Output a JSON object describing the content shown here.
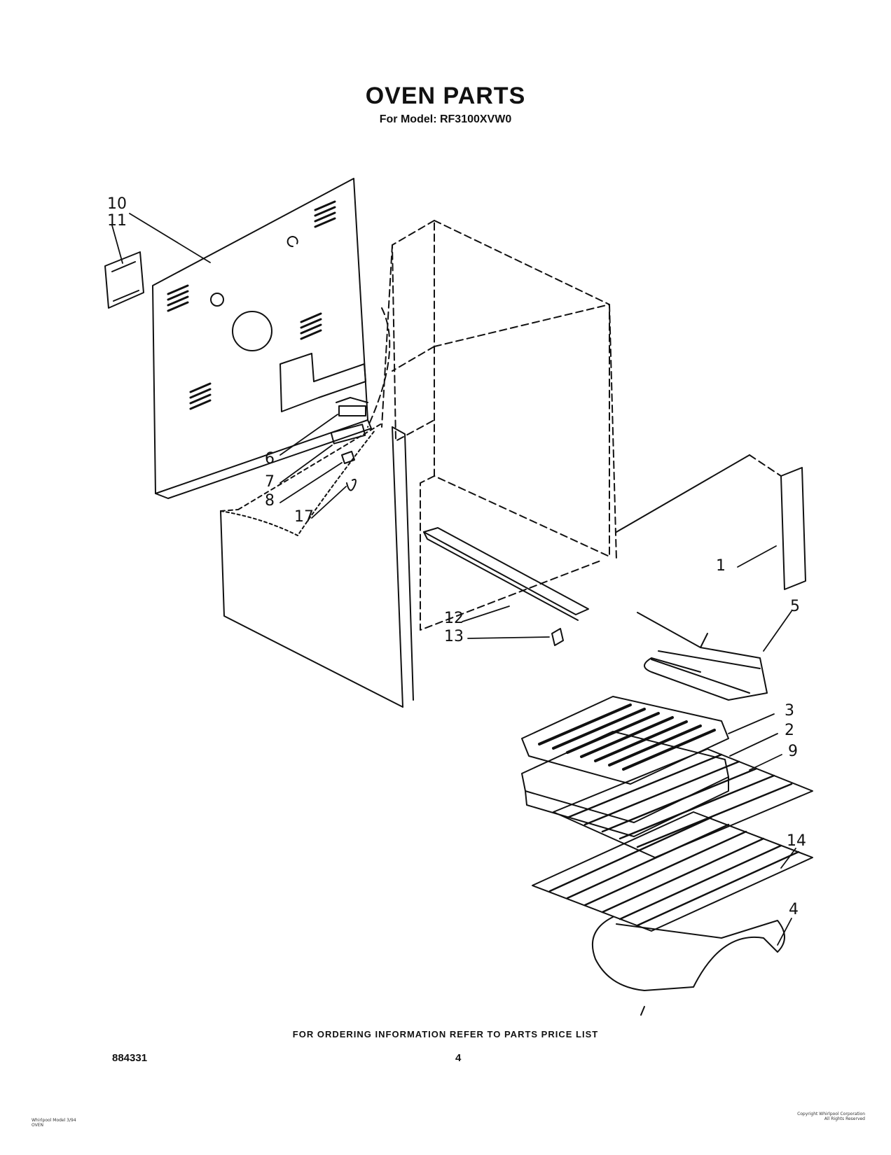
{
  "header": {
    "title": "OVEN PARTS",
    "model_line": "For Model: RF3100XVW0"
  },
  "callouts": [
    {
      "id": "c10",
      "label": "10"
    },
    {
      "id": "c11",
      "label": "11"
    },
    {
      "id": "c6",
      "label": "6"
    },
    {
      "id": "c7",
      "label": "7"
    },
    {
      "id": "c8",
      "label": "8"
    },
    {
      "id": "c17",
      "label": "17"
    },
    {
      "id": "c12",
      "label": "12"
    },
    {
      "id": "c13",
      "label": "13"
    },
    {
      "id": "c1",
      "label": "1"
    },
    {
      "id": "c5",
      "label": "5"
    },
    {
      "id": "c3",
      "label": "3"
    },
    {
      "id": "c2",
      "label": "2"
    },
    {
      "id": "c9",
      "label": "9"
    },
    {
      "id": "c14",
      "label": "14"
    },
    {
      "id": "c4",
      "label": "4"
    }
  ],
  "footer": {
    "ordering_note": "FOR ORDERING INFORMATION REFER TO PARTS PRICE LIST",
    "doc_number": "884331",
    "page_number": "4",
    "fine_print_left": [
      "Whirlpool Model 3/94",
      "OVEN"
    ],
    "fine_print_right": [
      "Copyright Whirlpool Corporation",
      "All Rights Reserved"
    ]
  }
}
